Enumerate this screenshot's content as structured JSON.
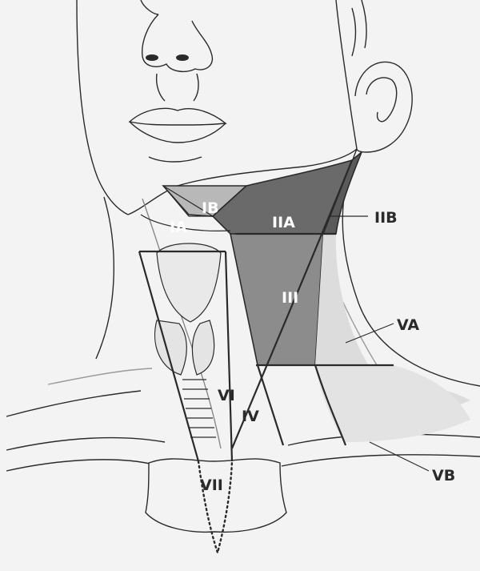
{
  "colors": {
    "background": "#f3f3f3",
    "line": "#2a2a2a",
    "zone_light": "#b8b8b8",
    "zone_medium": "#8c8c8c",
    "zone_dark": "#6a6a6a",
    "inner_label": "#ffffff"
  },
  "labels": {
    "ia": "IA",
    "ib": "IB",
    "iia": "IIA",
    "iib": "IIB",
    "iii": "III",
    "iv": "IV",
    "va": "VA",
    "vb": "VB",
    "vi": "VI",
    "vii": "VII"
  }
}
